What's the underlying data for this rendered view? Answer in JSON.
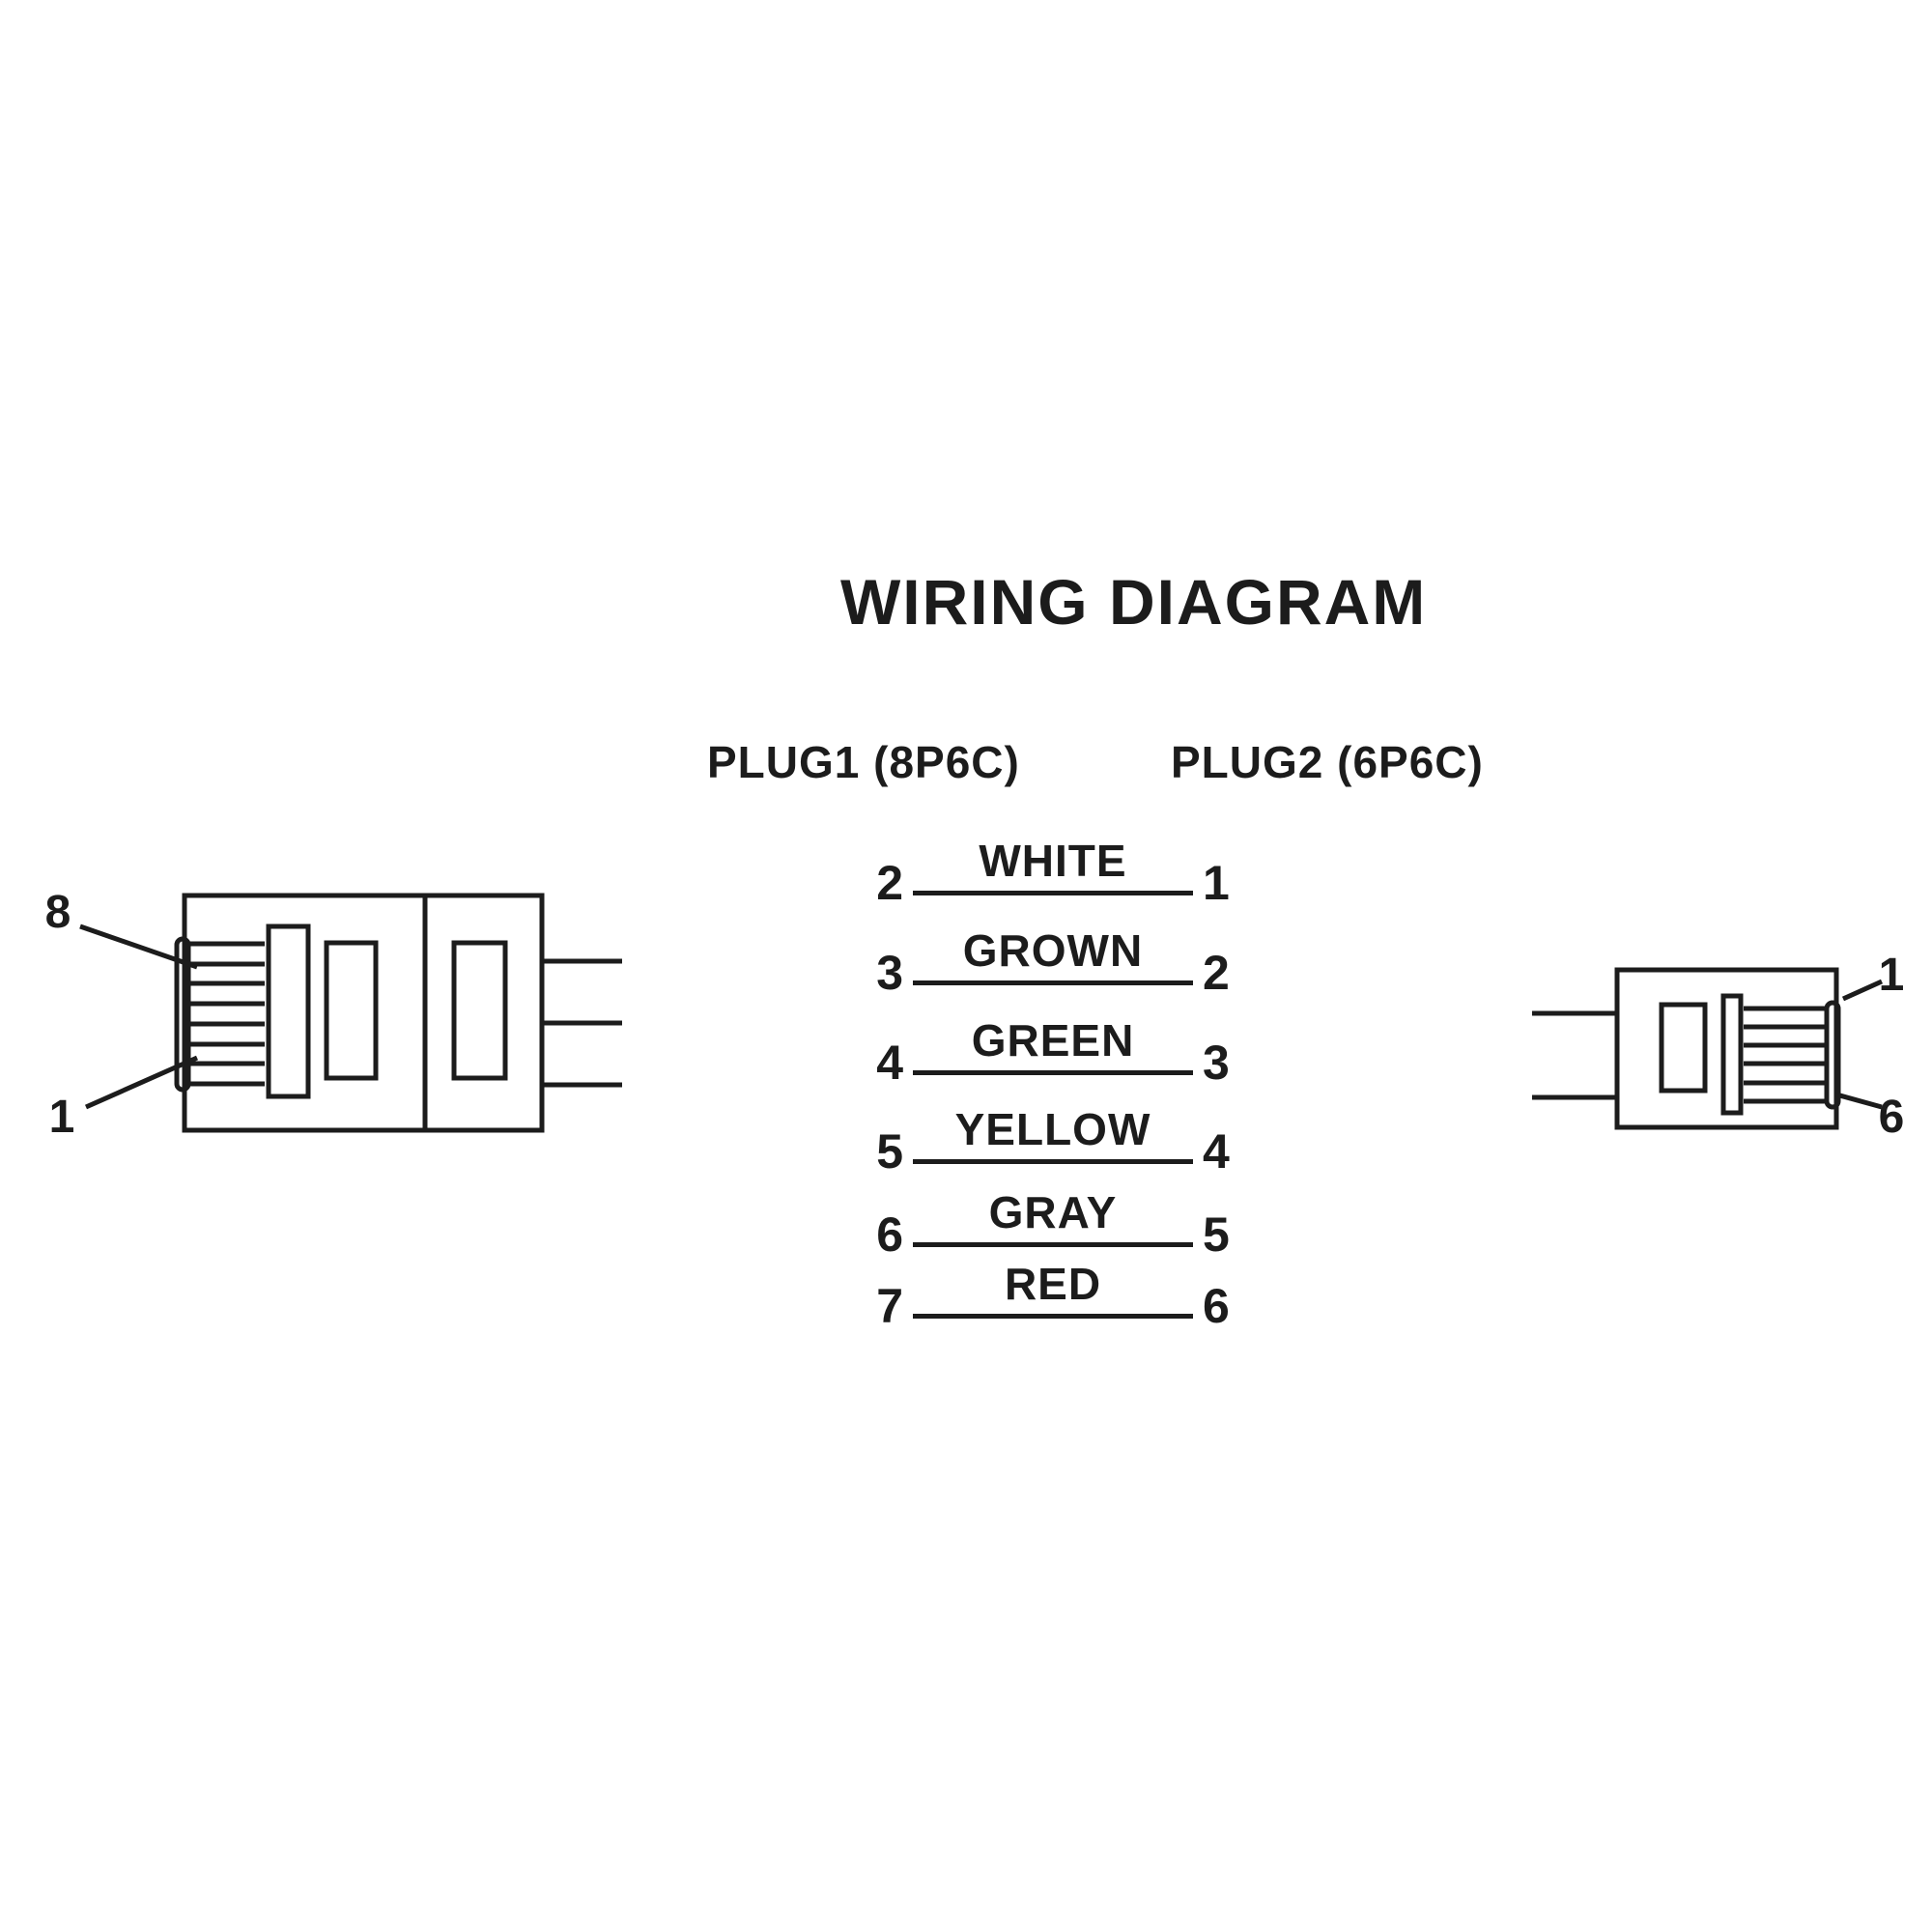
{
  "title": "WIRING DIAGRAM",
  "plug1": {
    "header": "PLUG1 (8P6C)",
    "pin_top_label": "8",
    "pin_bottom_label": "1"
  },
  "plug2": {
    "header": "PLUG2 (6P6C)",
    "pin_top_label": "1",
    "pin_bottom_label": "6"
  },
  "wire_table": {
    "rows": [
      {
        "plug1_pin": "2",
        "color": "WHITE",
        "plug2_pin": "1"
      },
      {
        "plug1_pin": "3",
        "color": "GROWN",
        "plug2_pin": "2"
      },
      {
        "plug1_pin": "4",
        "color": "GREEN",
        "plug2_pin": "3"
      },
      {
        "plug1_pin": "5",
        "color": "YELLOW",
        "plug2_pin": "4"
      },
      {
        "plug1_pin": "6",
        "color": "GRAY",
        "plug2_pin": "5"
      },
      {
        "plug1_pin": "7",
        "color": "RED",
        "plug2_pin": "6"
      }
    ]
  },
  "colors": {
    "ink": "#1c1c1c",
    "background": "#ffffff"
  }
}
